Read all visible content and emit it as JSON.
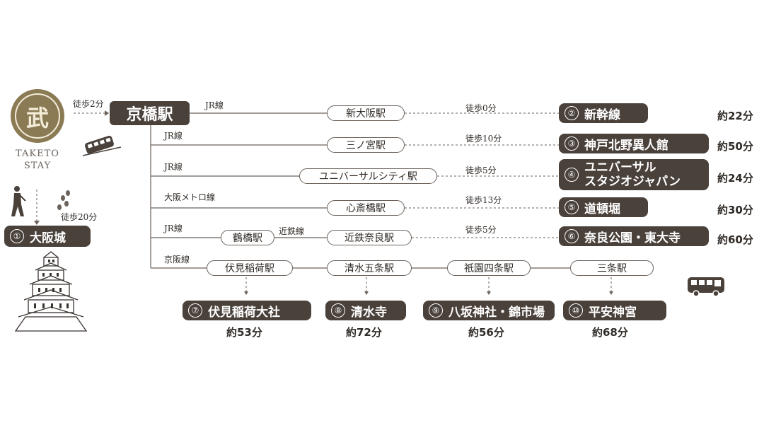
{
  "logo": {
    "line1": "TAKETO",
    "line2": "STAY",
    "glyph": "武"
  },
  "hub": {
    "label": "京橋駅",
    "walk": "徒歩2分"
  },
  "osaka_castle": {
    "num": "①",
    "label": "大阪城",
    "walk": "徒歩20分"
  },
  "routes": [
    {
      "line": "JR線",
      "station": "新大阪駅",
      "walk": "徒歩0分",
      "num": "②",
      "dest": "新幹線",
      "time": "約22分"
    },
    {
      "line": "JR線",
      "station": "三ノ宮駅",
      "walk": "徒歩10分",
      "num": "③",
      "dest": "神戸北野異人館",
      "time": "約50分"
    },
    {
      "line": "JR線",
      "station": "ユニバーサルシティ駅",
      "walk": "徒歩5分",
      "num": "④",
      "dest_line1": "ユニバーサル",
      "dest_line2": "スタジオジャパン",
      "time": "約24分"
    },
    {
      "line": "大阪メトロ線",
      "station": "心斎橋駅",
      "walk": "徒歩13分",
      "num": "⑤",
      "dest": "道頓堀",
      "time": "約30分"
    },
    {
      "line": "JR線",
      "transfer_station": "鶴橋駅",
      "transfer_line": "近鉄線",
      "station": "近鉄奈良駅",
      "walk": "徒歩5分",
      "num": "⑥",
      "dest": "奈良公園・東大寺",
      "time": "約60分"
    }
  ],
  "keihan": {
    "line": "京阪線",
    "stops": [
      {
        "station": "伏見稲荷駅",
        "num": "⑦",
        "dest": "伏見稲荷大社",
        "time": "約53分"
      },
      {
        "station": "清水五条駅",
        "num": "⑧",
        "dest": "清水寺",
        "time": "約72分"
      },
      {
        "station": "祇園四条駅",
        "num": "⑨",
        "dest": "八坂神社・錦市場",
        "time": "約56分"
      },
      {
        "station": "三条駅",
        "num": "⑩",
        "dest": "平安神宮",
        "time": "約68分"
      }
    ]
  },
  "icons": [
    "logo-emblem",
    "train-icon",
    "walking-person-icon",
    "footprints-icon",
    "osaka-castle-illustration",
    "bus-icon"
  ],
  "colors": {
    "brown": "#4a413b",
    "line": "#6b625b",
    "gold": "#8a7b55"
  }
}
